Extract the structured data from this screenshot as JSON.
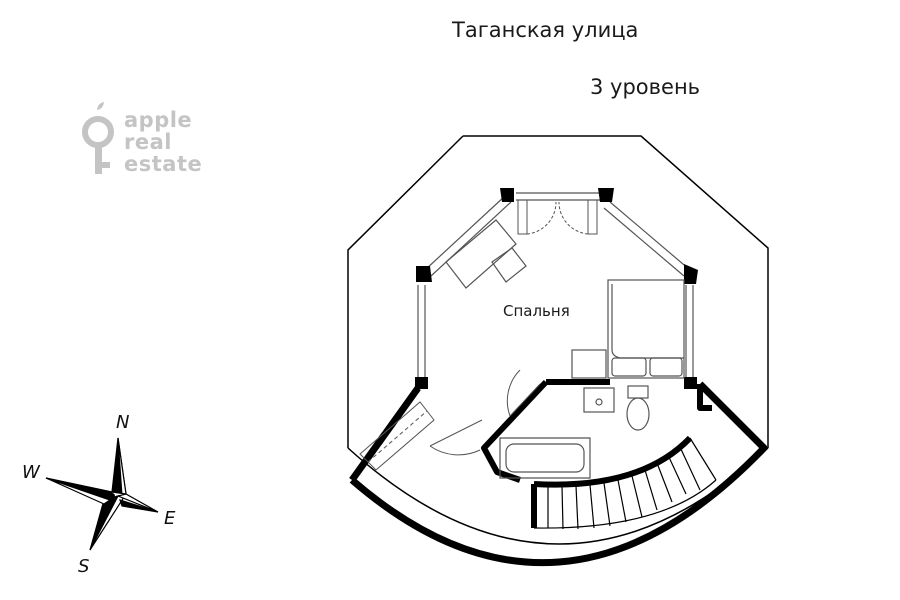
{
  "header": {
    "street": "Таганская улица",
    "level": "3 уровень"
  },
  "logo": {
    "words": [
      "apple",
      "real",
      "estate"
    ],
    "color": "#c4c4c4"
  },
  "rooms": {
    "bedroom": "Спальня"
  },
  "compass": {
    "north": "N",
    "east": "E",
    "south": "S",
    "west": "W"
  },
  "colors": {
    "wall": "#000000",
    "thin_line": "#555555",
    "text": "#1a1a1a"
  }
}
